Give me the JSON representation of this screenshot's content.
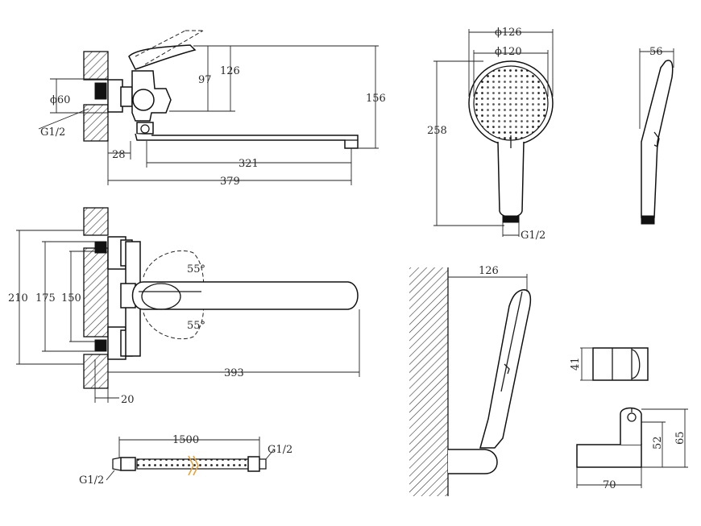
{
  "colors": {
    "line": "#111111",
    "background": "#ffffff",
    "hatch": "#333333",
    "accent": "#e8a13a"
  },
  "views": {
    "mixer_side": {
      "height_lever": "126",
      "height_body": "97",
      "height_total": "156",
      "diameter_flange": "ϕ60",
      "thread": "G1/2",
      "wall_offset": "28",
      "spout_length": "321",
      "total_length": "379"
    },
    "mixer_top": {
      "height_a": "210",
      "height_b": "175",
      "height_c": "150",
      "angle_up": "55°",
      "angle_down": "55°",
      "spout_length": "393",
      "offset": "20"
    },
    "hose": {
      "length": "1500",
      "thread_right": "G1/2",
      "thread_left": "G1/2"
    },
    "shower_front": {
      "outer_diameter": "ϕ126",
      "inner_diameter": "ϕ120",
      "length": "258",
      "thread": "G1/2"
    },
    "shower_side": {
      "thickness": "56"
    },
    "shower_on_wall": {
      "reach": "126"
    },
    "holder_front": {
      "height": "41"
    },
    "holder_side": {
      "height_total": "65",
      "height_socket": "52",
      "width": "70"
    }
  }
}
